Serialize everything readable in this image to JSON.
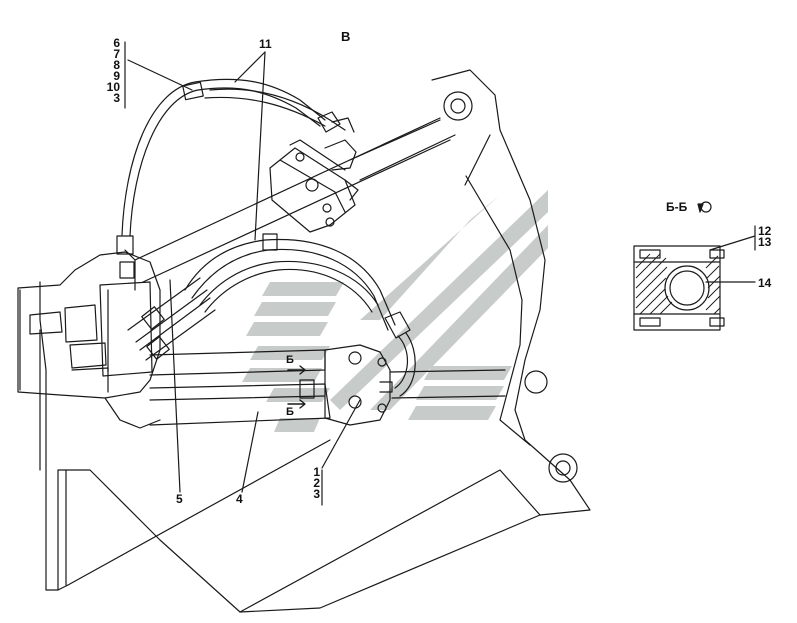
{
  "view_label": "В",
  "section": {
    "label": "Б-Б",
    "mark": "Б"
  },
  "callouts": {
    "group_left": [
      "6",
      "7",
      "8",
      "9",
      "10",
      "3"
    ],
    "group_bottom": [
      "1",
      "2",
      "3"
    ],
    "group_section": [
      "12",
      "13"
    ],
    "hose_top": "11",
    "part_5": "5",
    "part_4": "4",
    "part_14": "14"
  },
  "colors": {
    "line": "#1a1a1a",
    "watermark": "#c7cbc9"
  }
}
